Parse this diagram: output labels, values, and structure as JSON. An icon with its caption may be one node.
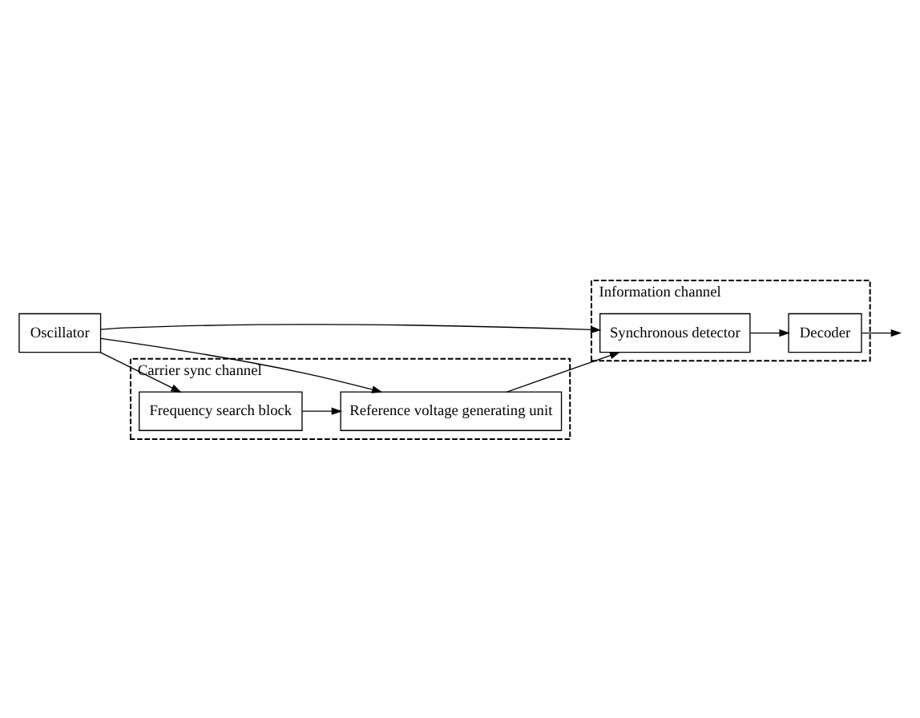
{
  "diagram": {
    "nodes": [
      {
        "text": [
          "Information channel"
        ]
      },
      {
        "text": [
          "Synchronous detector"
        ],
        "in": 0
      },
      {
        "text": [
          "Decoder"
        ],
        "in": 0
      },
      {
        "text": [
          "Oscillator"
        ]
      },
      {
        "text": [
          "Carrier sync channel"
        ]
      },
      {
        "text": [
          "Reference voltage generating unit"
        ],
        "in": 4
      },
      {
        "text": [
          "Frequency search block"
        ],
        "in": 4
      }
    ],
    "edges": [
      {
        "from": 3,
        "to": 1,
        "arrow": "to"
      },
      {
        "from": 3,
        "to": 5,
        "arrow": "to"
      },
      {
        "from": 3,
        "to": 6,
        "arrow": "to"
      },
      {
        "from": 1,
        "to": 2,
        "arrow": "to"
      },
      {
        "from": 2,
        "to": null,
        "arrow": "to"
      },
      {
        "from": 6,
        "to": 5,
        "arrow": "to"
      },
      {
        "from": 5,
        "to": 1,
        "arrow": "to"
      }
    ]
  }
}
